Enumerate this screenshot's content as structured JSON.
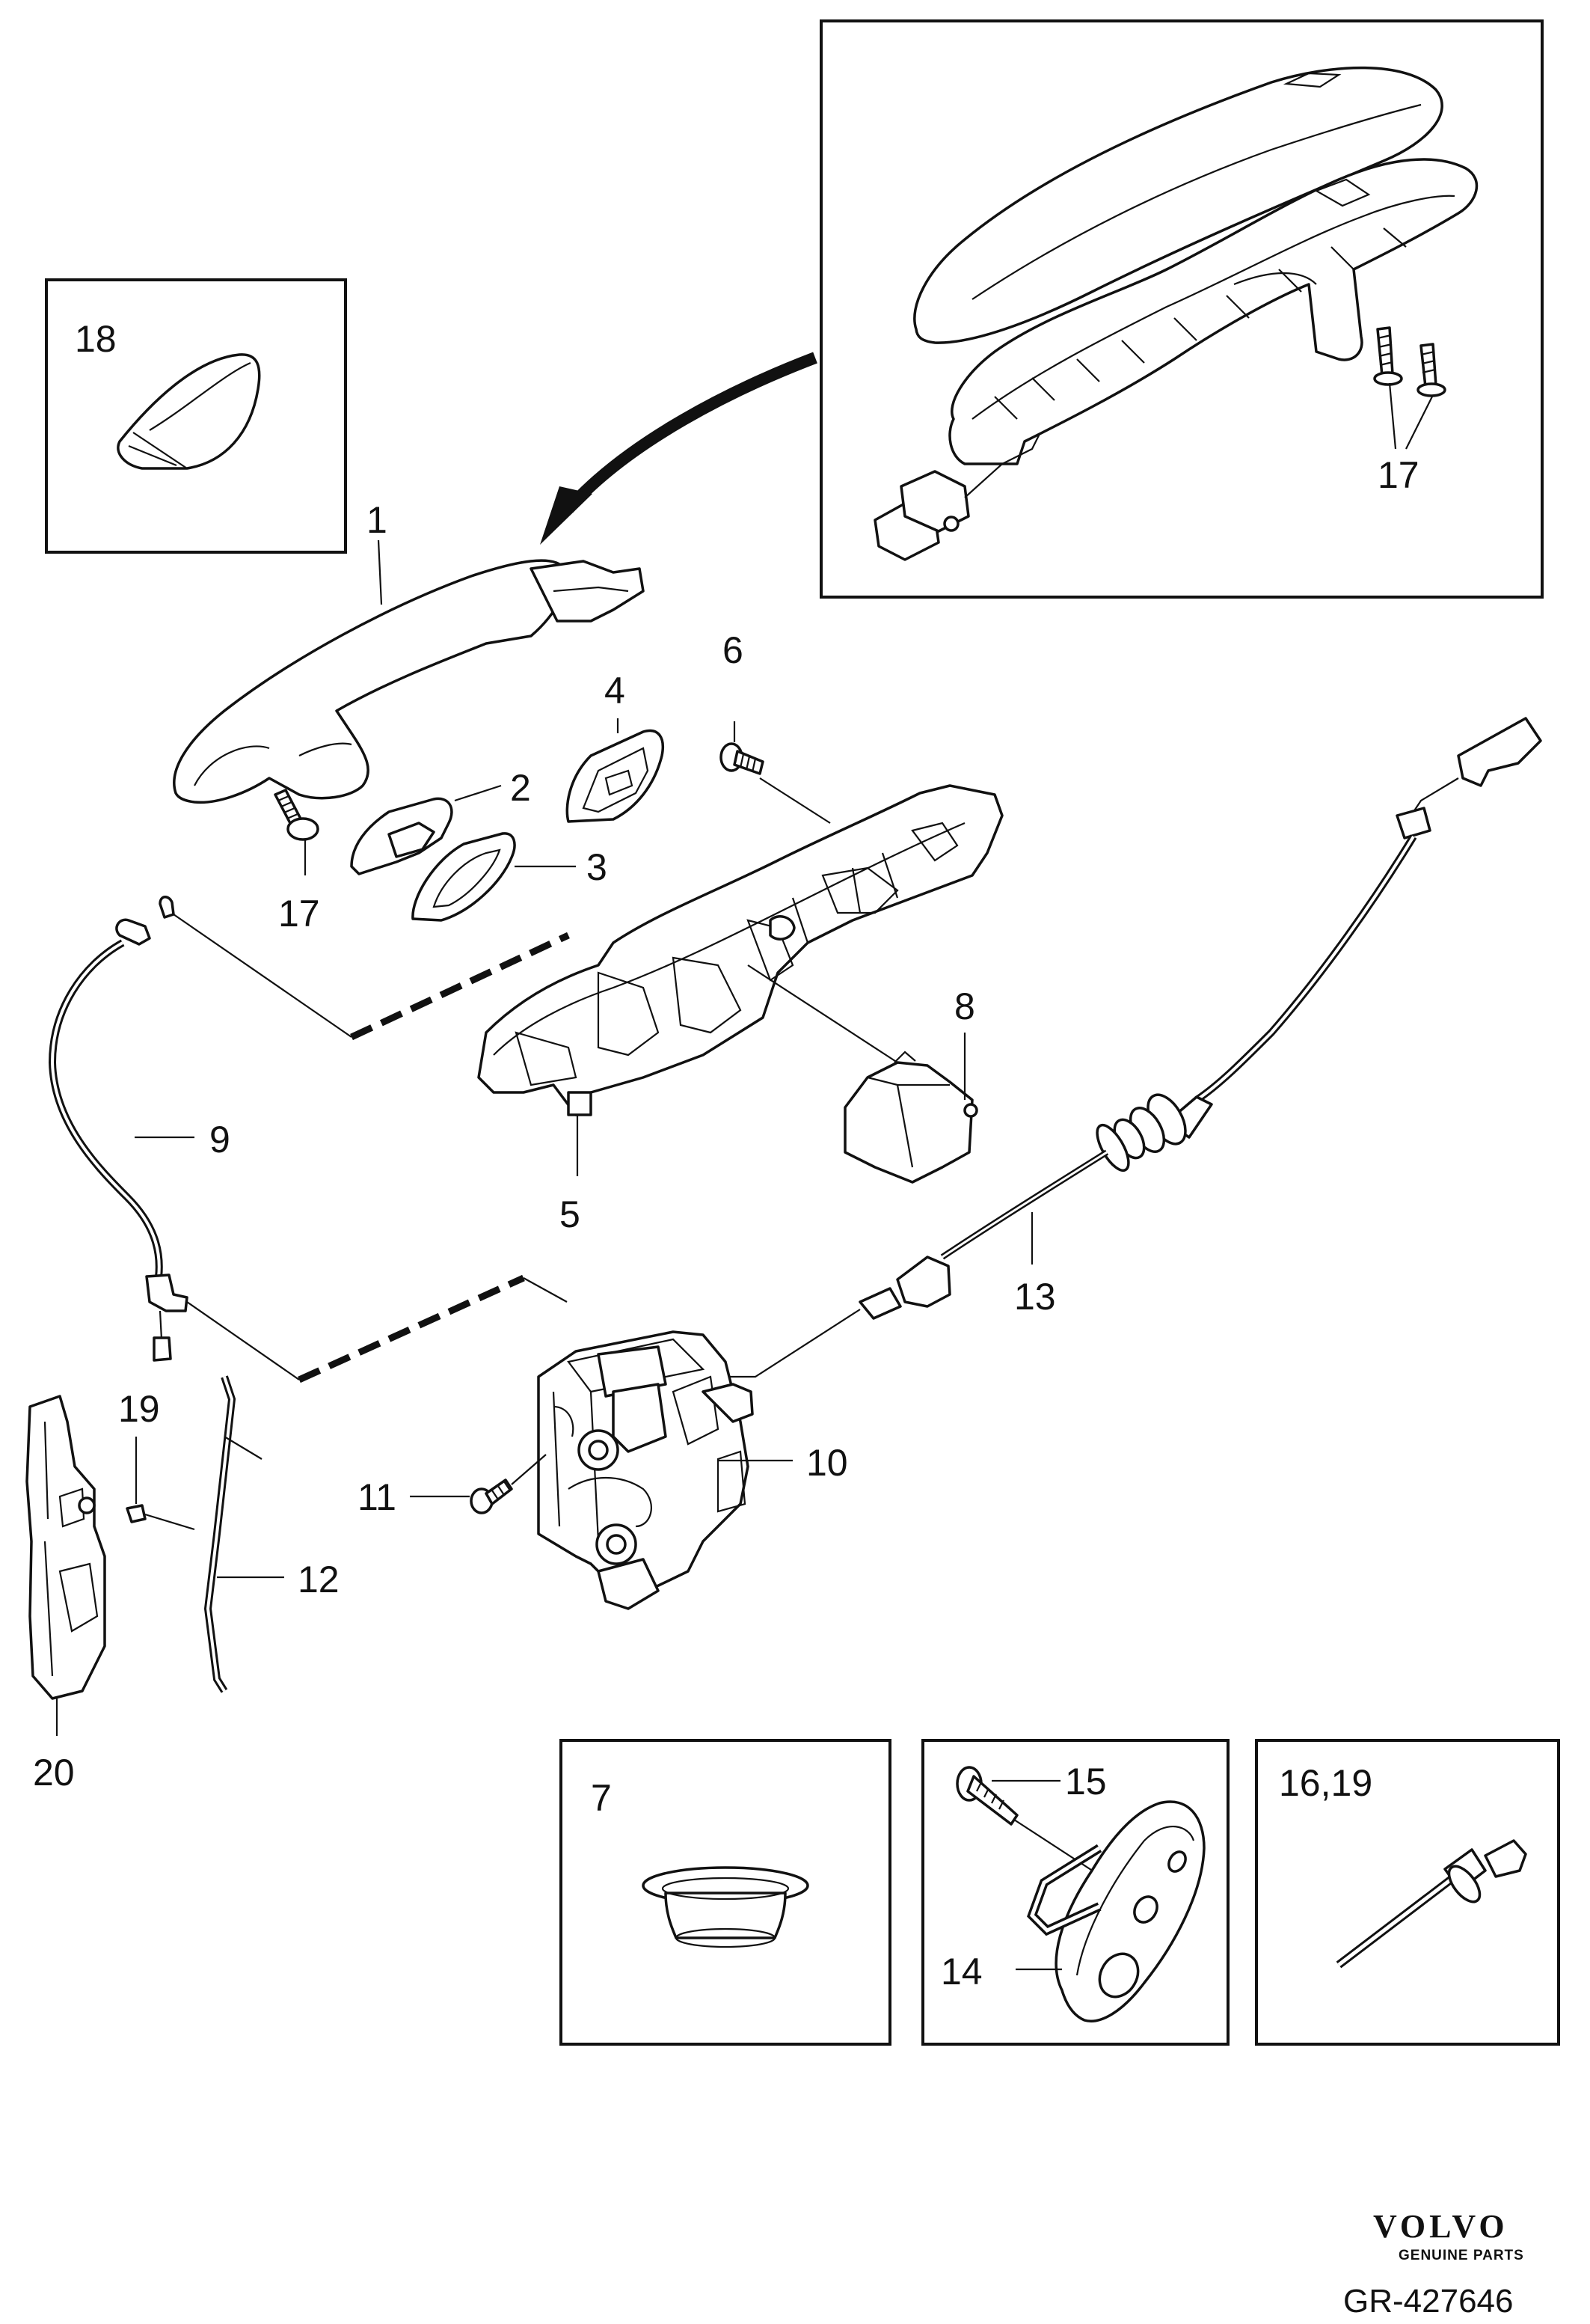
{
  "labels": {
    "p1": "1",
    "p2": "2",
    "p3": "3",
    "p4": "4",
    "p5": "5",
    "p6": "6",
    "p7": "7",
    "p8": "8",
    "p9": "9",
    "p10": "10",
    "p11": "11",
    "p12": "12",
    "p13": "13",
    "p14": "14",
    "p15": "15",
    "p16_19": "16,19",
    "p17_main": "17",
    "p17_inset": "17",
    "p18": "18",
    "p19": "19",
    "p20": "20"
  },
  "branding": {
    "brand": "VOLVO",
    "subtitle": "GENUINE PARTS",
    "reference": "GR-427646"
  }
}
